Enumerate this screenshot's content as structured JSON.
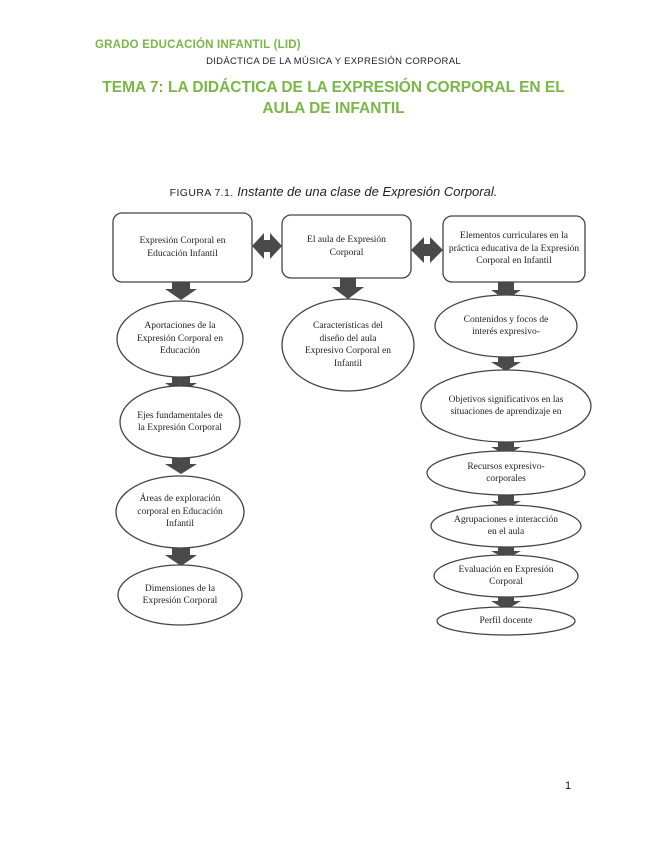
{
  "header": {
    "course": "GRADO EDUCACIÓN INFANTIL (LID)",
    "subject": "DIDÁCTICA DE LA MÚSICA Y EXPRESIÓN CORPORAL"
  },
  "title": {
    "line1": "TEMA 7: LA DIDÁCTICA DE LA EXPRESIÓN CORPORAL EN EL",
    "line2": "AULA DE INFANTIL"
  },
  "figure": {
    "label": "FIGURA 7.1.",
    "caption": "Instante de una clase de Expresión Corporal.",
    "nodes": {
      "top_left": "Expresión Corporal en Educación Infantil",
      "top_mid": "El aula de Expresión Corporal",
      "top_right": "Elementos curriculares en la práctica educativa de la Expresión Corporal en Infantil",
      "left_1": "Aportaciones de la Expresión Corporal en Educación",
      "left_2": "Ejes fundamentales de la Expresión Corporal",
      "left_3": "Áreas de exploración corporal en Educación Infantil",
      "left_4": "Dimensiones de la Expresión Corporal",
      "mid_1": "Características del diseño del aula Expresivo Corporal en Infantil",
      "right_1": "Contenidos y focos de interés expresivo-",
      "right_2": "Objetivos significativos en las situaciones de aprendizaje en",
      "right_3": "Recursos expresivo-corporales",
      "right_4": "Agrupaciones e interacción en el aula",
      "right_5": "Evaluación en Expresión Corporal",
      "right_6": "Perfil docente"
    }
  },
  "page_number": "1"
}
